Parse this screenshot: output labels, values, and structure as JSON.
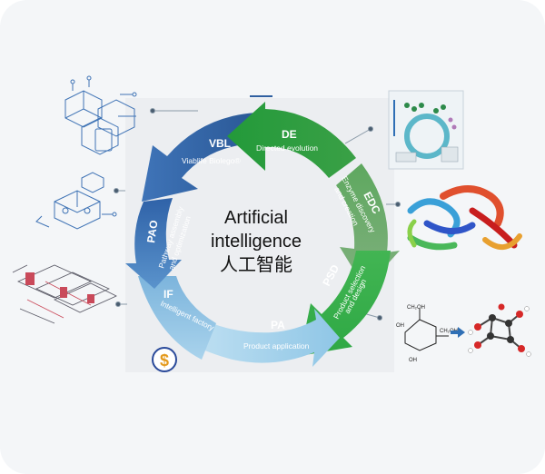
{
  "center": {
    "line1": "Artificial",
    "line2": "intelligence",
    "line3": "人工智能"
  },
  "stages": [
    {
      "abbr": "VBL",
      "sub": "Viablife Biolego®",
      "color": "#2f5fa0"
    },
    {
      "abbr": "DE",
      "sub": "Directed evolution",
      "color": "#2f9a3c"
    },
    {
      "abbr": "EDC",
      "sub1": "Enzyme discovery",
      "sub2": "and creation",
      "color": "#6fa86f"
    },
    {
      "abbr": "PSD",
      "sub1": "Product selection",
      "sub2": "and design",
      "color": "#36b04a"
    },
    {
      "abbr": "PA",
      "sub": "Product application",
      "color": "#9fcfe8"
    },
    {
      "abbr": "IF",
      "sub": "Intelligent  factory",
      "color": "#8dbfe0"
    },
    {
      "abbr": "PAO",
      "sub1": "Pathway assembly",
      "sub2": "and optimization",
      "color": "#4d86c5"
    }
  ],
  "icons": {
    "dollar": "$",
    "sugar_labels": [
      "CH₂OH",
      "OH",
      "OH",
      "CH₂OH"
    ]
  }
}
